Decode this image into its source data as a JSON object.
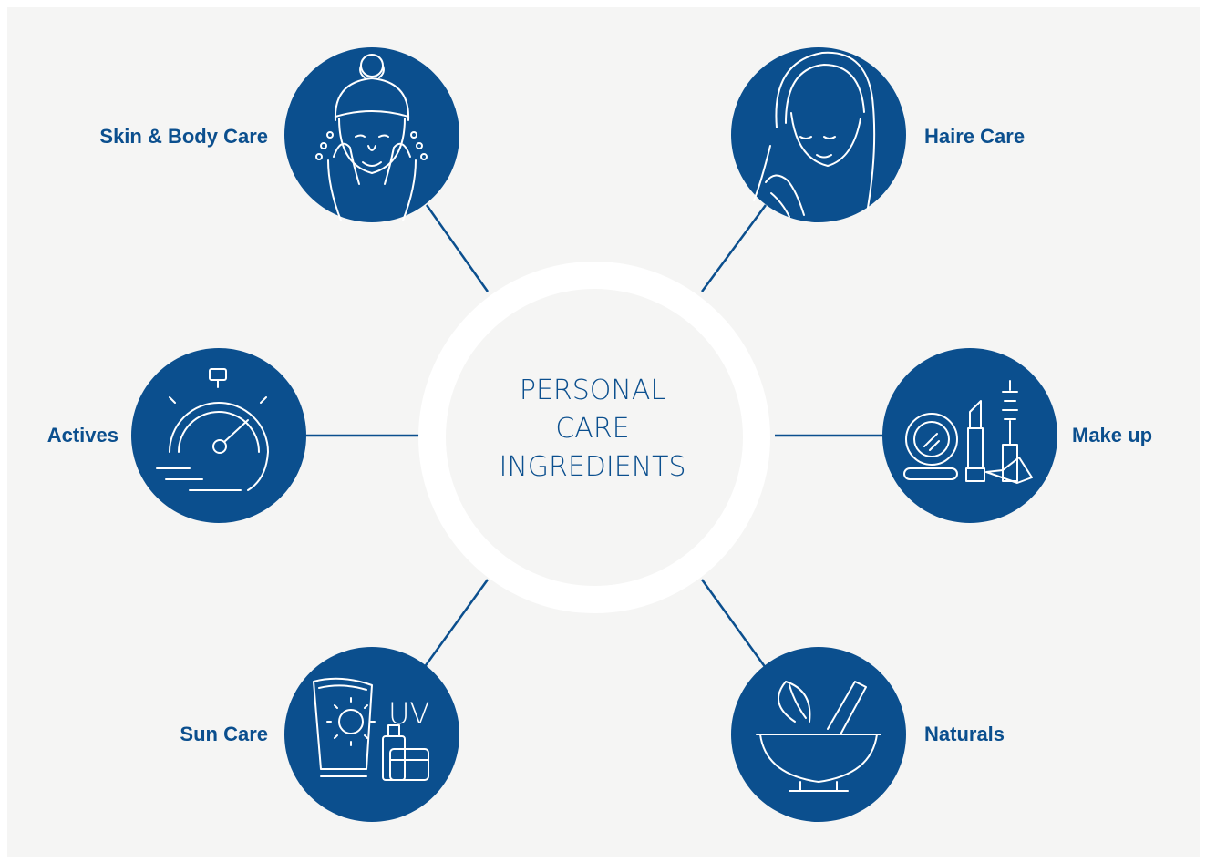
{
  "hub": {
    "lines": [
      "PERSONAL",
      "CARE",
      "INGREDIENTS"
    ]
  },
  "categories": [
    {
      "label": "Skin & Body Care",
      "icon": "face-washing-icon"
    },
    {
      "label": "Haire Care",
      "icon": "hair-care-icon"
    },
    {
      "label": "Actives",
      "icon": "stopwatch-icon"
    },
    {
      "label": "Make up",
      "icon": "makeup-kit-icon"
    },
    {
      "label": "Sun Care",
      "icon": "sunscreen-uv-icon"
    },
    {
      "label": "Naturals",
      "icon": "mortar-pestle-leaf-icon"
    }
  ],
  "uv_text": "UV",
  "colors": {
    "brand_blue": "#0b4f8e",
    "ring_white": "#ffffff",
    "background": "#f5f5f4"
  }
}
